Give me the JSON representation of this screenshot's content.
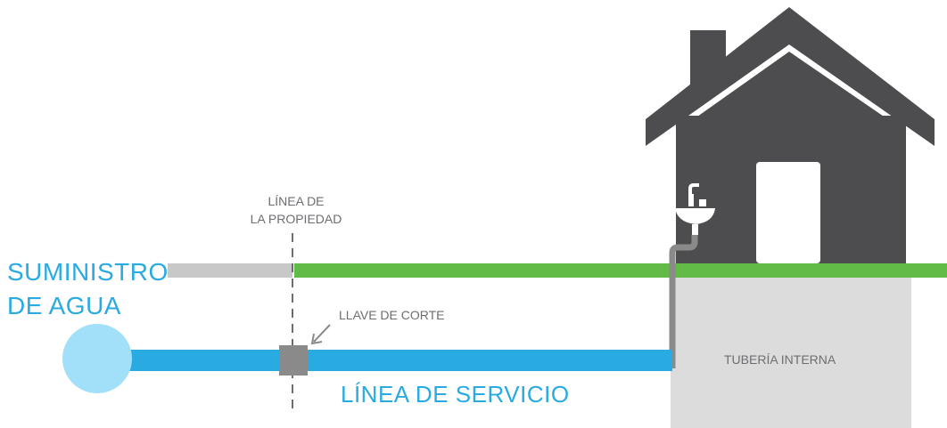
{
  "labels": {
    "water_supply_line1": "SUMINISTRO",
    "water_supply_line2": "DE AGUA",
    "property_line_line1": "LÍNEA DE",
    "property_line_line2": "LA PROPIEDAD",
    "shutoff_valve": "LLAVE DE CORTE",
    "internal_piping": "TUBERÍA INTERNA",
    "service_line": "LÍNEA DE SERVICIO"
  },
  "colors": {
    "water_blue": "#29abe2",
    "main_circle": "#a2e0f9",
    "grass_green": "#62bb46",
    "gray_pipe": "#c8c8c8",
    "house_dark": "#4d4d4f",
    "ground_gray": "#dcdcdc",
    "valve_gray": "#8a8a8a",
    "text_gray": "#6d6e71"
  },
  "icons": [
    "house-icon",
    "sink-icon",
    "arrow-icon"
  ]
}
